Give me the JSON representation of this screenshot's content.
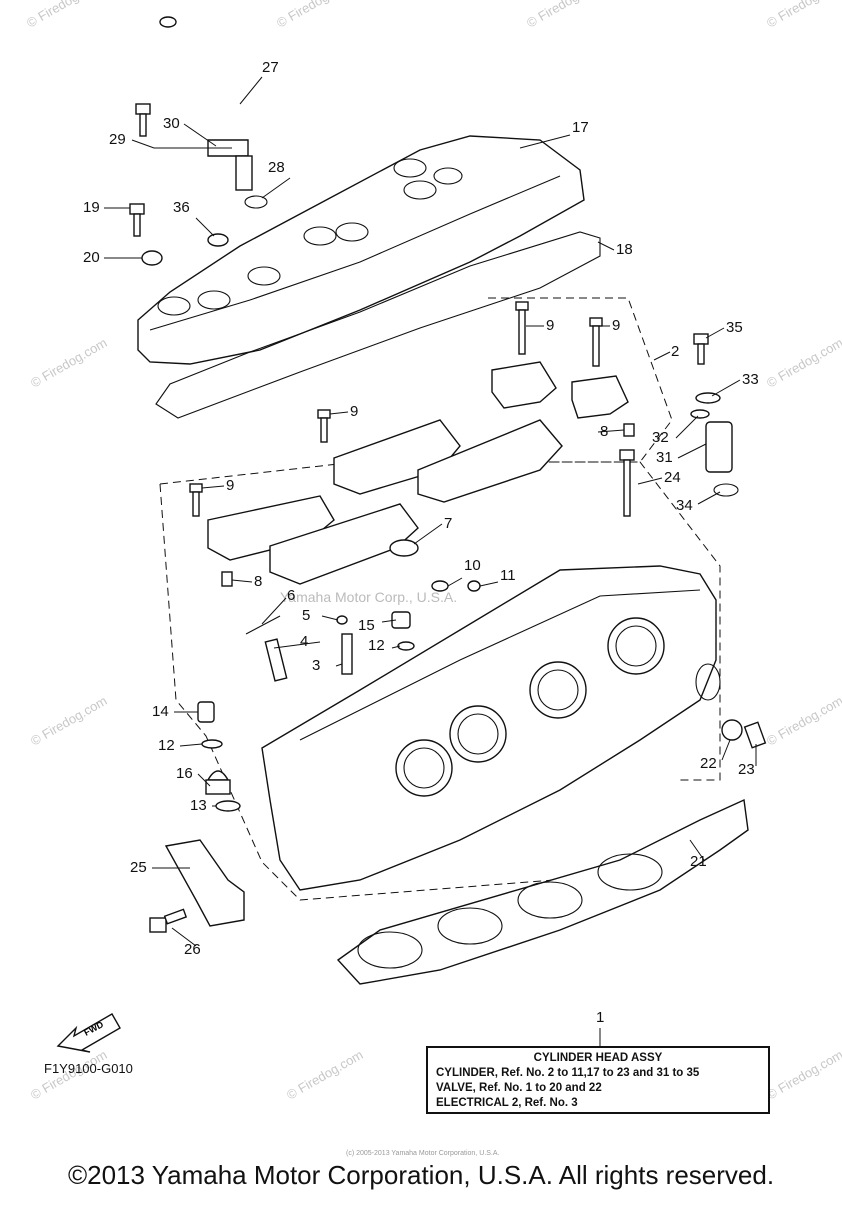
{
  "watermark": "© Firedog.com",
  "diagram_code": "F1Y9100-G010",
  "fwd_label": "FWD",
  "legend": {
    "ref": "1",
    "title": "CYLINDER HEAD ASSY",
    "lines": [
      "CYLINDER, Ref. No. 2 to 11,17 to 23 and 31 to 35",
      "VALVE, Ref. No. 1 to 20 and 22",
      "ELECTRICAL 2, Ref. No. 3"
    ]
  },
  "center_watermark": "Yamaha Motor Corp., U.S.A.",
  "small_print": "(c) 2005-2013 Yamaha Motor Corporation, U.S.A.",
  "copyright": "©2013 Yamaha Motor Corporation, U.S.A. All rights reserved.",
  "callouts": [
    "27",
    "30",
    "29",
    "28",
    "17",
    "19",
    "36",
    "20",
    "18",
    "9",
    "9",
    "35",
    "2",
    "33",
    "8",
    "32",
    "31",
    "9",
    "24",
    "9",
    "34",
    "7",
    "8",
    "10",
    "11",
    "6",
    "5",
    "15",
    "4",
    "12",
    "3",
    "14",
    "12",
    "22",
    "23",
    "16",
    "13",
    "21",
    "25",
    "26",
    "1"
  ]
}
